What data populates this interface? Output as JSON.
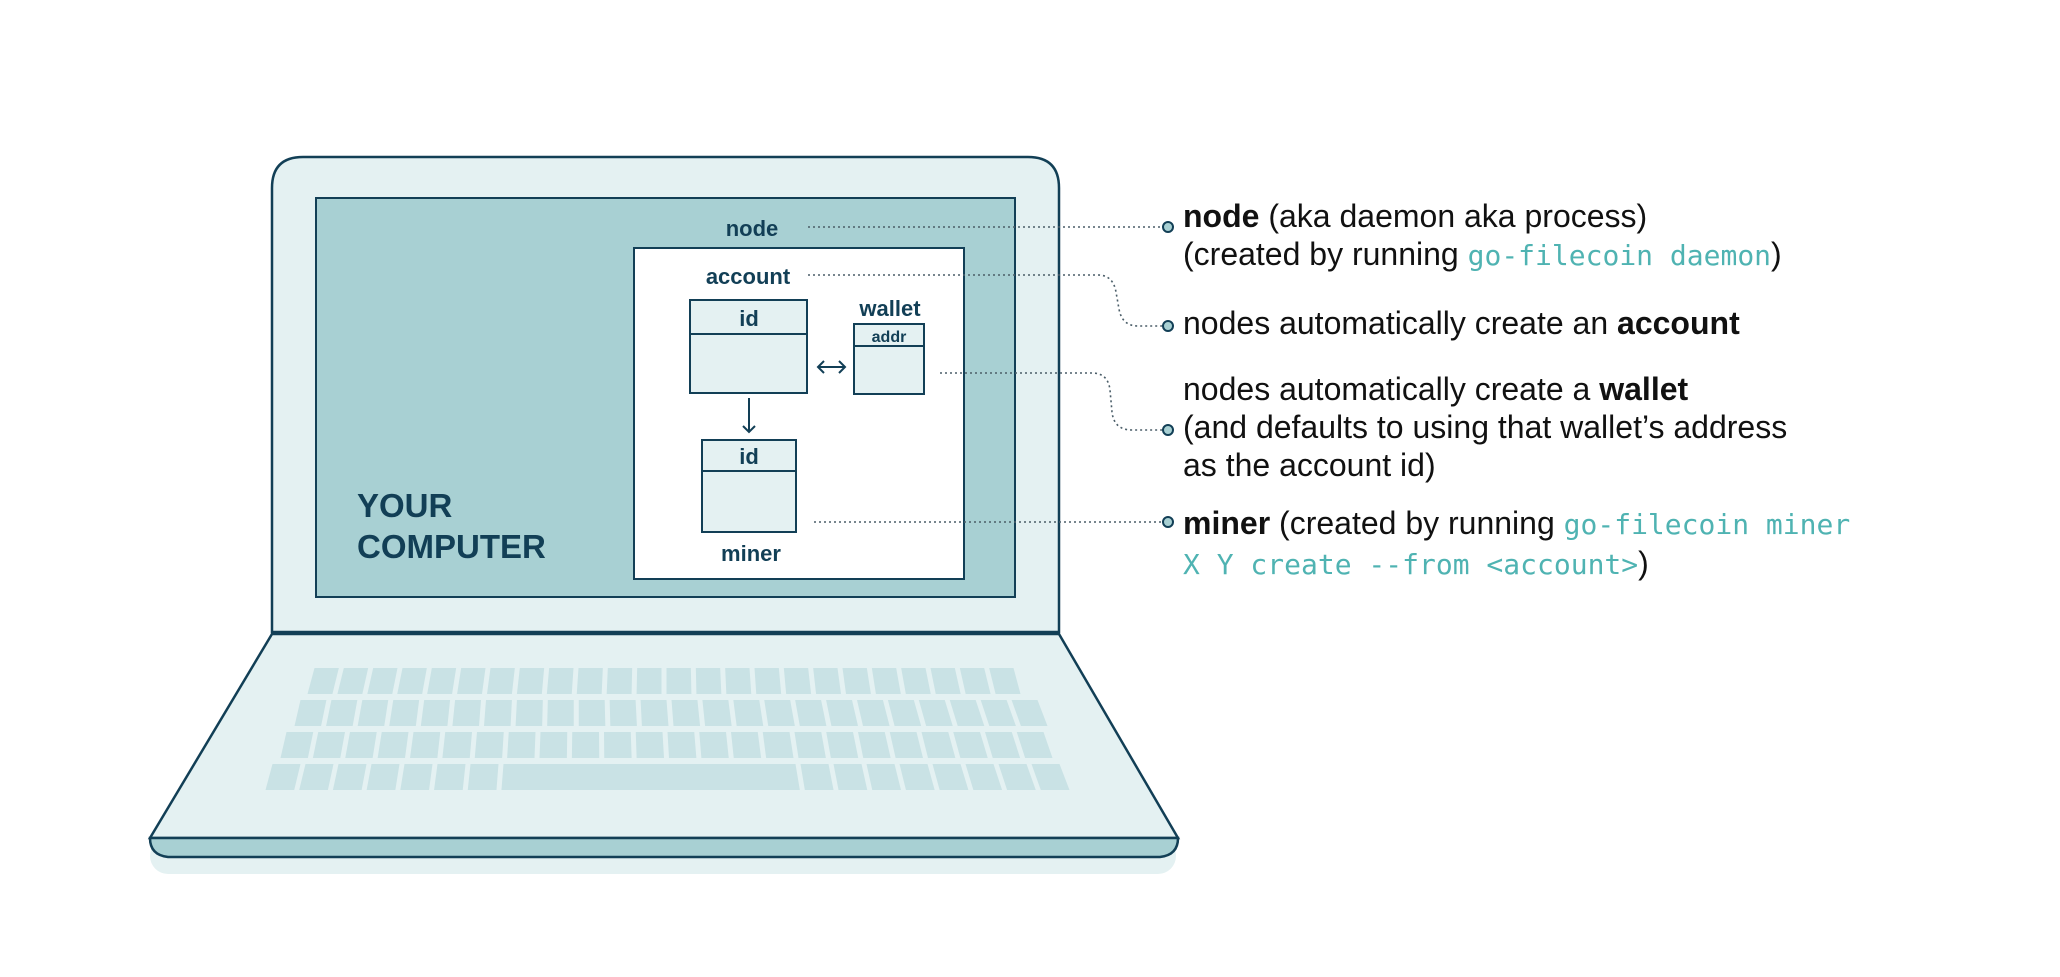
{
  "diagram": {
    "colors": {
      "outline": "#123f56",
      "laptop_fill": "#e4f1f2",
      "screen_fill": "#a8d0d3",
      "key_fill": "#c9e2e5",
      "panel_fill": "#ffffff",
      "box_fill": "#e4f1f2",
      "code": "#4fb3b2",
      "text": "#111111"
    },
    "labels": {
      "your_computer_line1": "YOUR",
      "your_computer_line2": "COMPUTER",
      "node": "node",
      "account": "account",
      "account_id": "id",
      "wallet": "wallet",
      "wallet_addr": "addr",
      "miner_id": "id",
      "miner": "miner"
    },
    "callouts": {
      "node": {
        "bold": "node",
        "rest": " (aka daemon aka process)",
        "line2_prefix": "(created by running ",
        "line2_code": "go-filecoin daemon",
        "line2_suffix": ")"
      },
      "account": {
        "prefix": "nodes automatically create an ",
        "bold": "account"
      },
      "wallet": {
        "prefix": "nodes automatically create a ",
        "bold": "wallet",
        "line2": "(and defaults to using that wallet’s address",
        "line3": "as the account id)"
      },
      "miner": {
        "bold": "miner",
        "rest": " (created by running ",
        "code_line1": "go-filecoin miner",
        "code_line2": "X Y create --from <account>",
        "suffix": ")"
      }
    }
  }
}
